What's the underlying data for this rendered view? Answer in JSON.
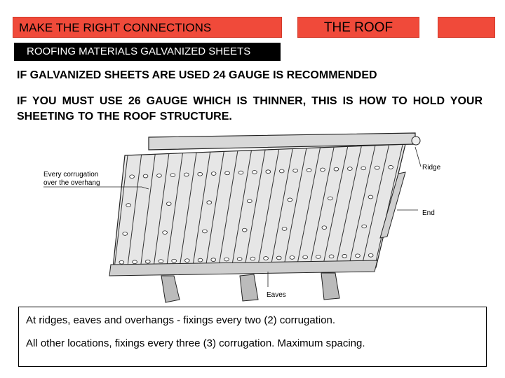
{
  "header": {
    "left_title": "MAKE THE RIGHT CONNECTIONS",
    "right_title": "THE ROOF",
    "subtitle": "ROOFING MATERIALS GALVANIZED SHEETS"
  },
  "colors": {
    "header_red": "#f04a3a",
    "bar_black": "#000000"
  },
  "body": {
    "line1": "IF GALVANIZED SHEETS ARE USED 24 GAUGE IS RECOMMENDED",
    "line2": "IF YOU MUST USE 26 GAUGE WHICH IS THINNER, THIS IS HOW TO HOLD YOUR SHEETING TO THE ROOF STRUCTURE."
  },
  "diagram": {
    "label_overhang_1": "Every corrugation",
    "label_overhang_2": "over the overhang",
    "label_ridge": "Ridge",
    "label_end": "End",
    "label_eaves": "Eaves"
  },
  "notes": {
    "note1": "At ridges, eaves and overhangs - fixings every two (2) corrugation.",
    "note2": "All other locations, fixings every three (3) corrugation.  Maximum spacing."
  }
}
